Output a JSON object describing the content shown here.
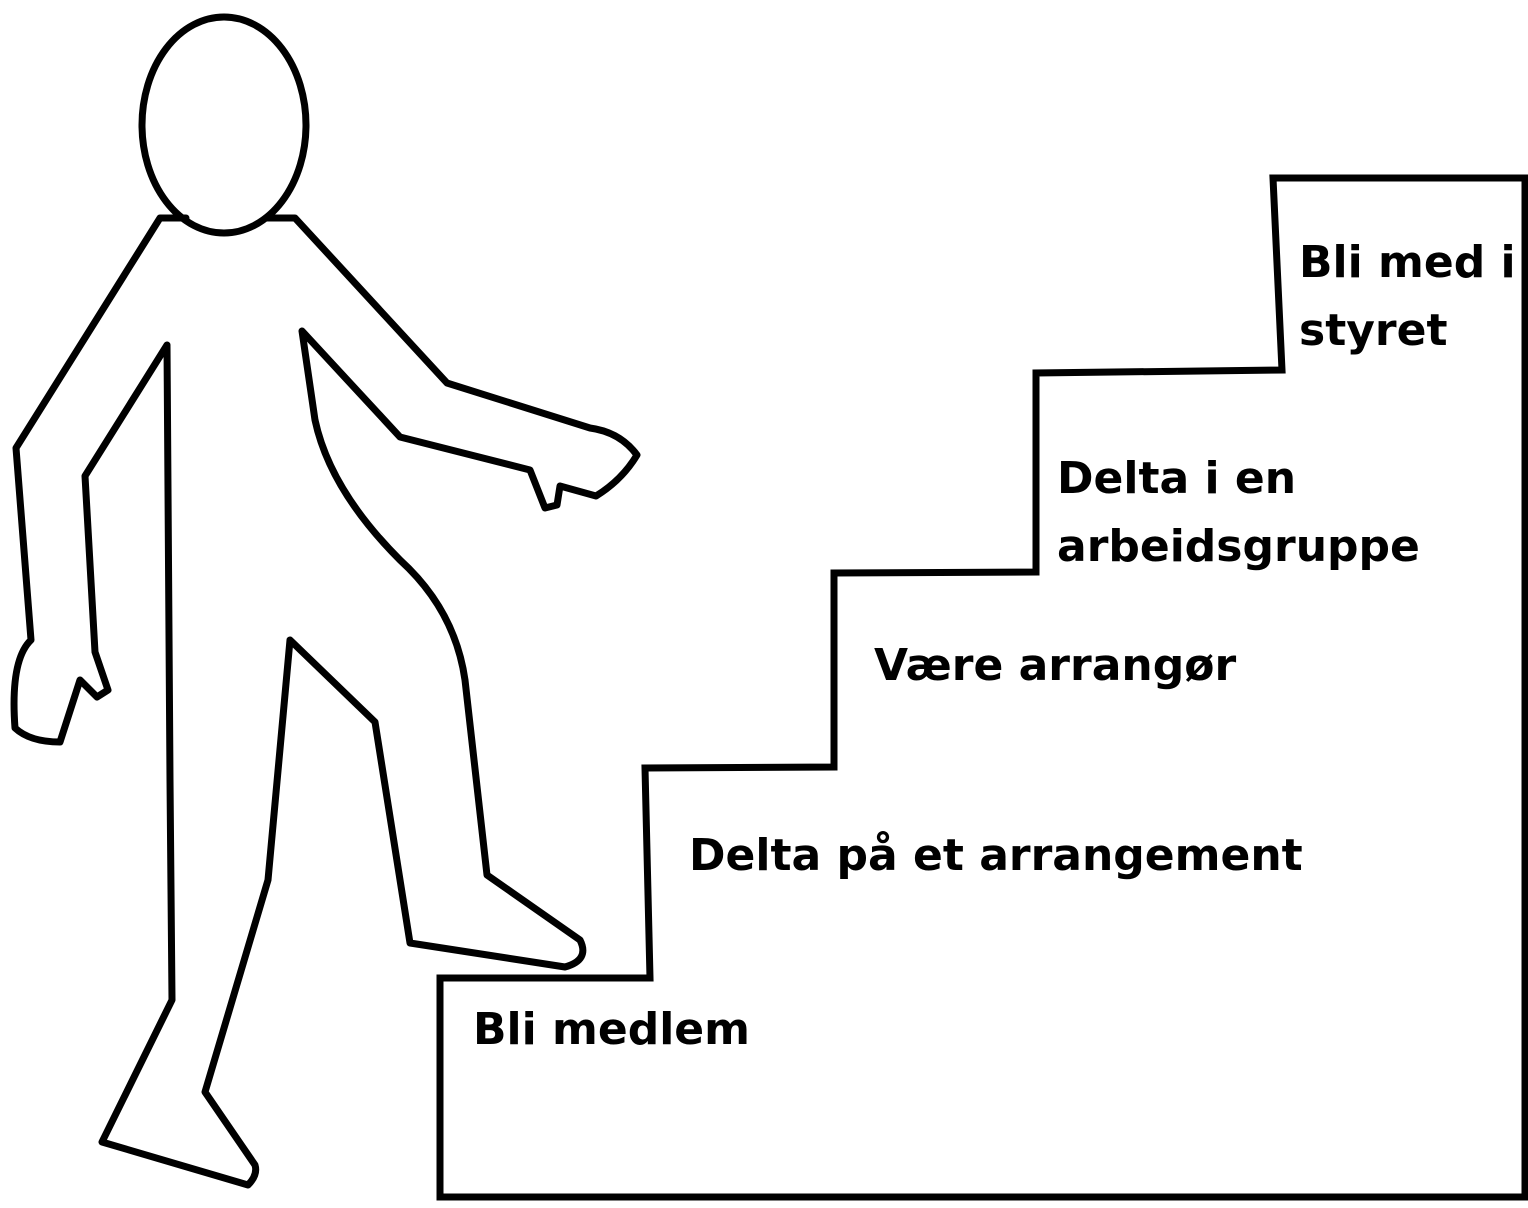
{
  "colors": {
    "background": "#ffffff",
    "stroke": "#000000"
  },
  "figure": {
    "description_icon": "walking-person-icon"
  },
  "steps": [
    {
      "lines": [
        "Bli medlem"
      ]
    },
    {
      "lines": [
        "Delta på et arrangement"
      ]
    },
    {
      "lines": [
        "Være arrangør"
      ]
    },
    {
      "lines": [
        "Delta i en",
        "arbeidsgruppe"
      ]
    },
    {
      "lines": [
        "Bli med i",
        "styret"
      ]
    }
  ]
}
